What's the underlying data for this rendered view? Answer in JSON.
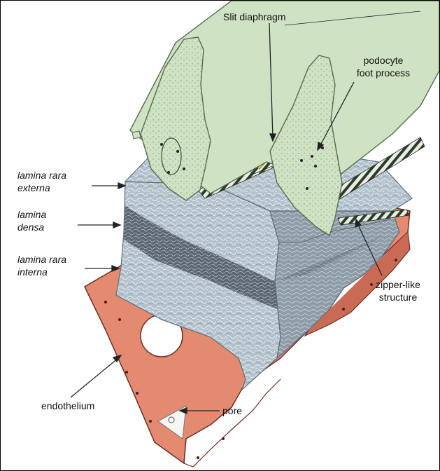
{
  "labels": {
    "slit_diaphragm": "Slit diaphragm",
    "podocyte_line1": "podocyte",
    "podocyte_line2": "foot process",
    "lamina_rara_externa_line1": "lamina rara",
    "lamina_rara_externa_line2": "externa",
    "lamina_densa_line1": "lamina",
    "lamina_densa_line2": "densa",
    "lamina_rara_interna_line1": "lamina rara",
    "lamina_rara_interna_line2": "interna",
    "zipper_line1": "zipper-like",
    "zipper_line2": "structure",
    "endothelium": "endothelium",
    "pore": "pore"
  },
  "colors": {
    "podocyte": "#cfe3c4",
    "podocyte_outline": "#556b4e",
    "basement_membrane": "#aebdc8",
    "lamina_densa": "#5d6770",
    "endothelium": "#e48a70",
    "slit_diaphragm": "#e6d94a"
  }
}
